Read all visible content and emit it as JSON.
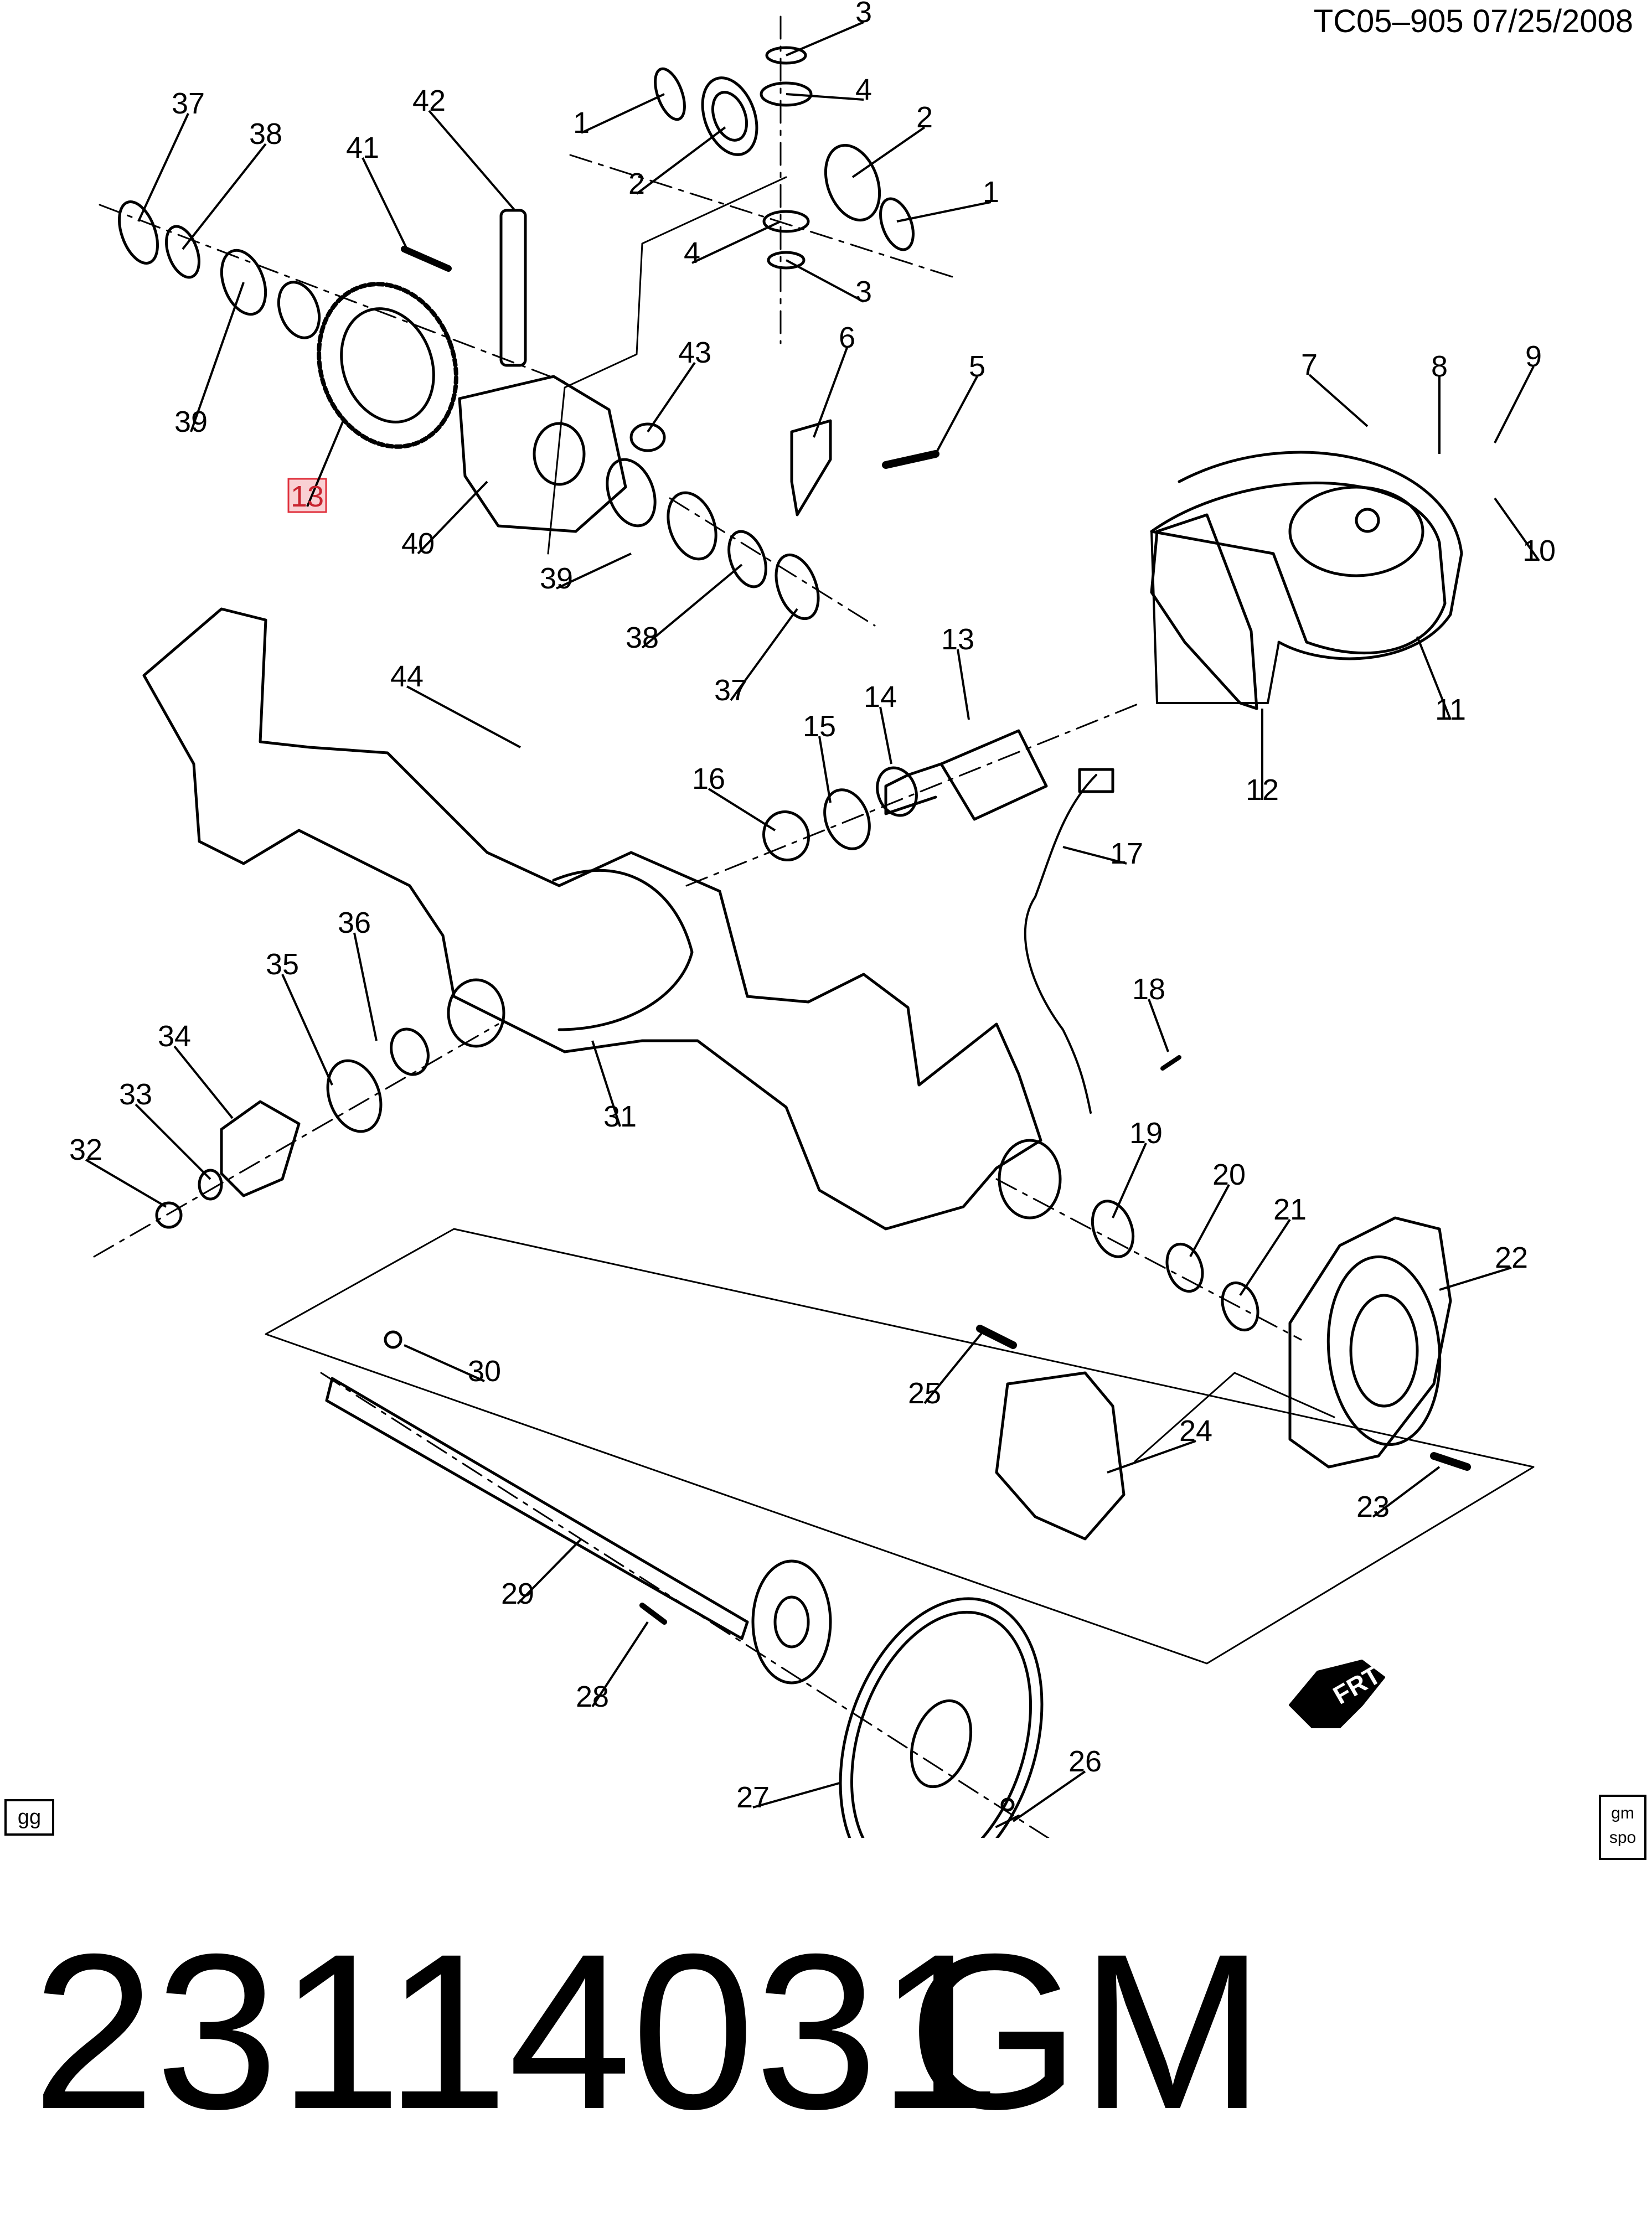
{
  "header": {
    "id": "TC05–905  07/25/2008"
  },
  "badges": {
    "left": "gg",
    "right_top": "gm",
    "right_bottom": "spo"
  },
  "footer": {
    "part_number": "23114031",
    "brand": "GM"
  },
  "front_arrow_label": "FRT",
  "callouts": [
    {
      "id": "c3a",
      "text": "3"
    },
    {
      "id": "c4a",
      "text": "4"
    },
    {
      "id": "c1a",
      "text": "1"
    },
    {
      "id": "c2a",
      "text": "2"
    },
    {
      "id": "c2b",
      "text": "2"
    },
    {
      "id": "c1b",
      "text": "1"
    },
    {
      "id": "c4b",
      "text": "4"
    },
    {
      "id": "c3b",
      "text": "3"
    },
    {
      "id": "c37a",
      "text": "37"
    },
    {
      "id": "c38a",
      "text": "38"
    },
    {
      "id": "c41",
      "text": "41"
    },
    {
      "id": "c42",
      "text": "42"
    },
    {
      "id": "c39a",
      "text": "39"
    },
    {
      "id": "c13a",
      "text": "13",
      "highlight": true
    },
    {
      "id": "c43",
      "text": "43"
    },
    {
      "id": "c6",
      "text": "6"
    },
    {
      "id": "c5",
      "text": "5"
    },
    {
      "id": "c40",
      "text": "40"
    },
    {
      "id": "c39b",
      "text": "39"
    },
    {
      "id": "c38b",
      "text": "38"
    },
    {
      "id": "c37b",
      "text": "37"
    },
    {
      "id": "c7",
      "text": "7"
    },
    {
      "id": "c8",
      "text": "8"
    },
    {
      "id": "c9",
      "text": "9"
    },
    {
      "id": "c10",
      "text": "10"
    },
    {
      "id": "c11",
      "text": "11"
    },
    {
      "id": "c12",
      "text": "12"
    },
    {
      "id": "c13b",
      "text": "13"
    },
    {
      "id": "c14",
      "text": "14"
    },
    {
      "id": "c15",
      "text": "15"
    },
    {
      "id": "c16",
      "text": "16"
    },
    {
      "id": "c44",
      "text": "44"
    },
    {
      "id": "c17",
      "text": "17"
    },
    {
      "id": "c18",
      "text": "18"
    },
    {
      "id": "c36",
      "text": "36"
    },
    {
      "id": "c35",
      "text": "35"
    },
    {
      "id": "c34",
      "text": "34"
    },
    {
      "id": "c33",
      "text": "33"
    },
    {
      "id": "c32",
      "text": "32"
    },
    {
      "id": "c31",
      "text": "31"
    },
    {
      "id": "c19",
      "text": "19"
    },
    {
      "id": "c20",
      "text": "20"
    },
    {
      "id": "c21",
      "text": "21"
    },
    {
      "id": "c22",
      "text": "22"
    },
    {
      "id": "c30",
      "text": "30"
    },
    {
      "id": "c25",
      "text": "25"
    },
    {
      "id": "c24",
      "text": "24"
    },
    {
      "id": "c23",
      "text": "23"
    },
    {
      "id": "c29",
      "text": "29"
    },
    {
      "id": "c28",
      "text": "28"
    },
    {
      "id": "c26",
      "text": "26"
    },
    {
      "id": "c27",
      "text": "27"
    }
  ]
}
